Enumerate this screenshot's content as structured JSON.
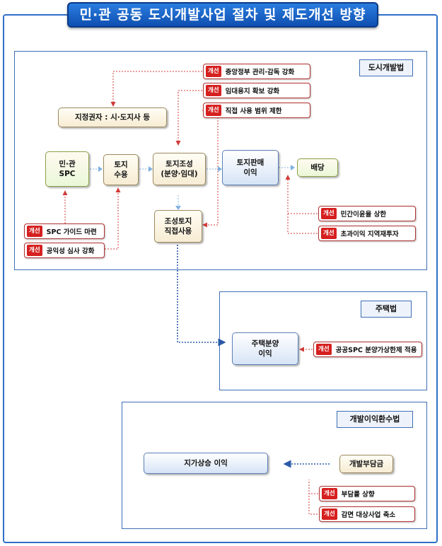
{
  "title": "민·관 공동 도시개발사업 절차 및 제도개선 방향",
  "improvement_badge": "개선",
  "section_urban": {
    "tag": "도시개발법",
    "designator": "지정권자 : 시·도지사 등",
    "flow": {
      "spc": [
        "민·관",
        "SPC"
      ],
      "land_acquisition": [
        "토지",
        "수용"
      ],
      "land_development": [
        "토지조성",
        "(분양·임대)"
      ],
      "land_sale_profit": [
        "토지판매",
        "이익"
      ],
      "dividend": "배당",
      "direct_use": [
        "조성토지",
        "직접사용"
      ]
    },
    "improvements_top": [
      "중앙정부 관리·감독 강화",
      "임대용지 확보 강화",
      "직접 사용 범위 제한"
    ],
    "improvements_left": [
      "SPC 가이드 마련",
      "공익성 심사 강화"
    ],
    "improvements_right": [
      "민간이윤율 상한",
      "초과이익 지역재투자"
    ]
  },
  "section_housing": {
    "tag": "주택법",
    "housing_sale_profit": [
      "주택분양",
      "이익"
    ],
    "improvement": "공공SPC 분양가상한제 적용"
  },
  "section_recovery": {
    "tag": "개발이익환수법",
    "land_value_gain": "지가상승 이익",
    "development_charge": "개발부담금",
    "improvements": [
      "부담률 상향",
      "감면 대상사업 축소"
    ]
  }
}
